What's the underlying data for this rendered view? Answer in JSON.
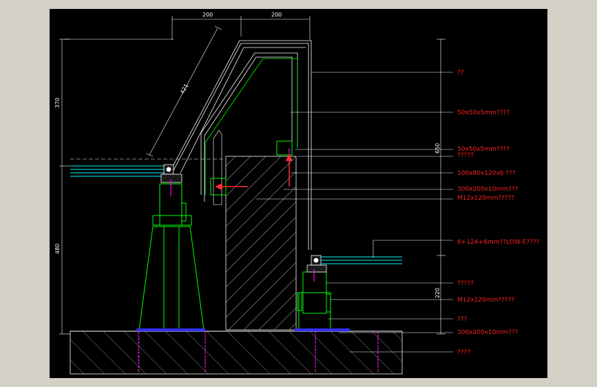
{
  "app": {
    "background": "#d4d0c8",
    "canvas_bg": "#000000"
  },
  "drawing": {
    "dimensions": {
      "top_left": "200",
      "top_right": "200",
      "diagonal": "421",
      "left_upper": "370",
      "left_lower": "480",
      "right_upper": "650",
      "right_lower": "220"
    },
    "callouts": [
      "??",
      "50x50x5mm????",
      "50x50x5mm????",
      "?????",
      "100x80x120x6  ???",
      "300x200x10mm???",
      "M12x120mm?????",
      "6+12A+6mm??LOW-E????",
      "?????",
      "M12x120mm?????",
      "???",
      "300x200x10mm???",
      "????"
    ],
    "colors": {
      "steel": "#00ff00",
      "glass": "#00c8c8",
      "label": "#ff2020",
      "anchor": "#ff00ff",
      "concrete": "#c8c8c8",
      "leader": "#ffffff",
      "bracket": "#ff3030"
    }
  }
}
